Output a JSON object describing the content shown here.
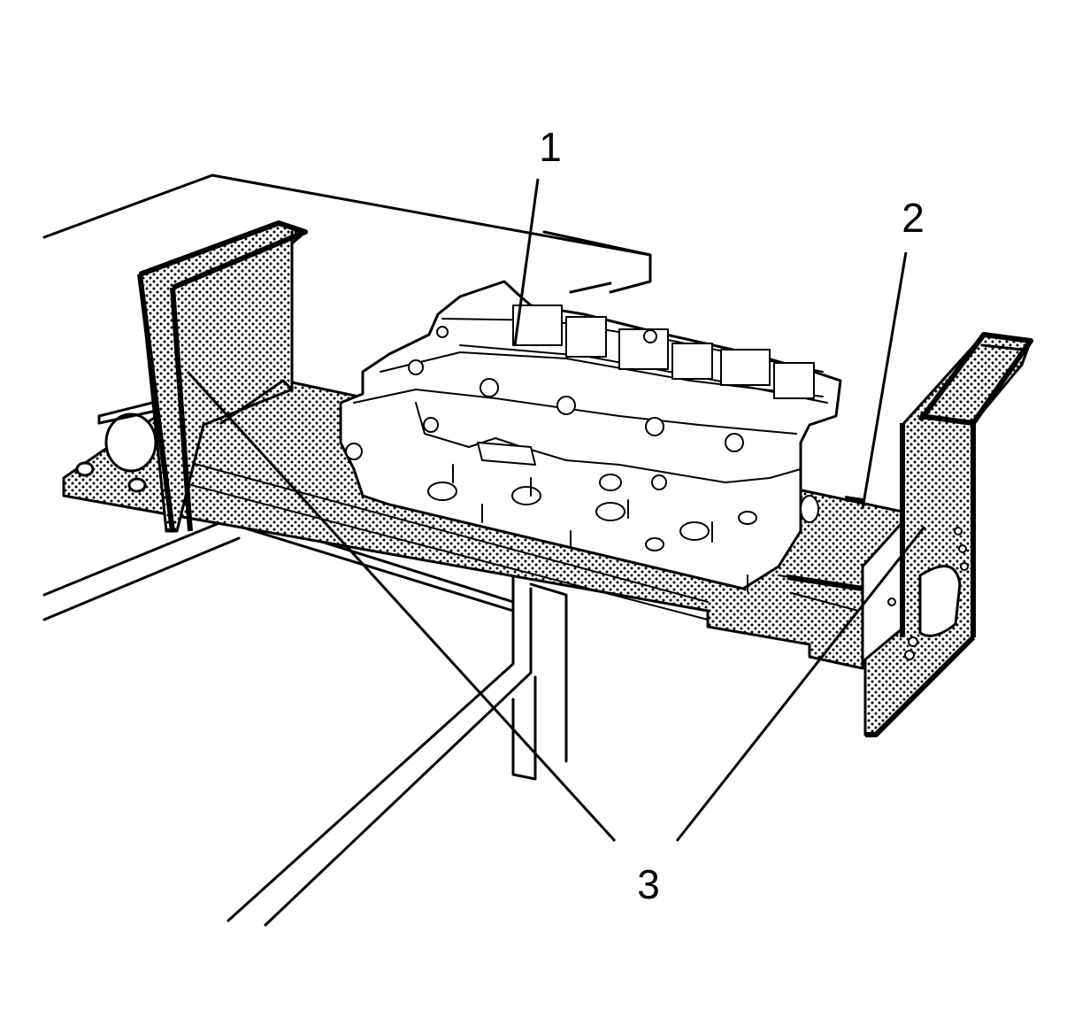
{
  "callouts": {
    "c1": "1",
    "c2": "2",
    "c3": "3"
  },
  "colors": {
    "ink": "#000000",
    "paper": "#ffffff"
  }
}
